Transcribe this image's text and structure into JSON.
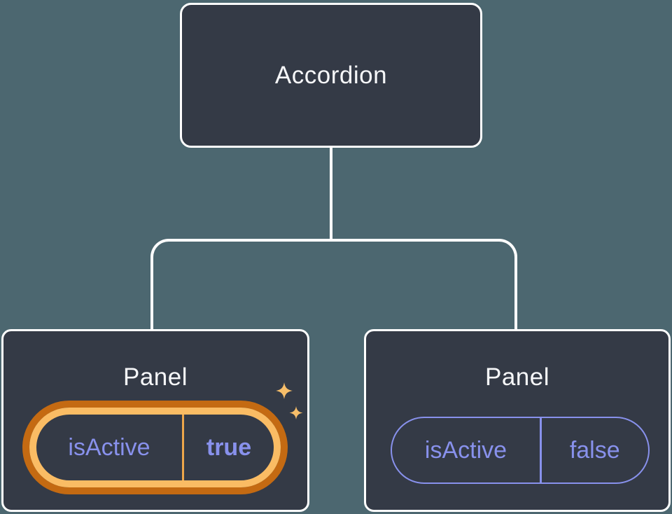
{
  "tree": {
    "root": {
      "label": "Accordion"
    },
    "panels": [
      {
        "title": "Panel",
        "prop_name": "isActive",
        "prop_value": "true",
        "highlighted": true
      },
      {
        "title": "Panel",
        "prop_name": "isActive",
        "prop_value": "false",
        "highlighted": false
      }
    ]
  },
  "icons": {
    "sparkles": "sparkles-icon"
  },
  "colors": {
    "background": "#4c6770",
    "node_fill": "#343a46",
    "node_border": "#ffffff",
    "connector": "#ffffff",
    "title_text": "#f6f7f9",
    "prop_text": "#8891ec",
    "highlight_ring_outer": "#c46a12",
    "highlight_ring_inner": "#fabc64",
    "highlight_divider": "#eda64a",
    "sparkle": "#f7be6a"
  }
}
